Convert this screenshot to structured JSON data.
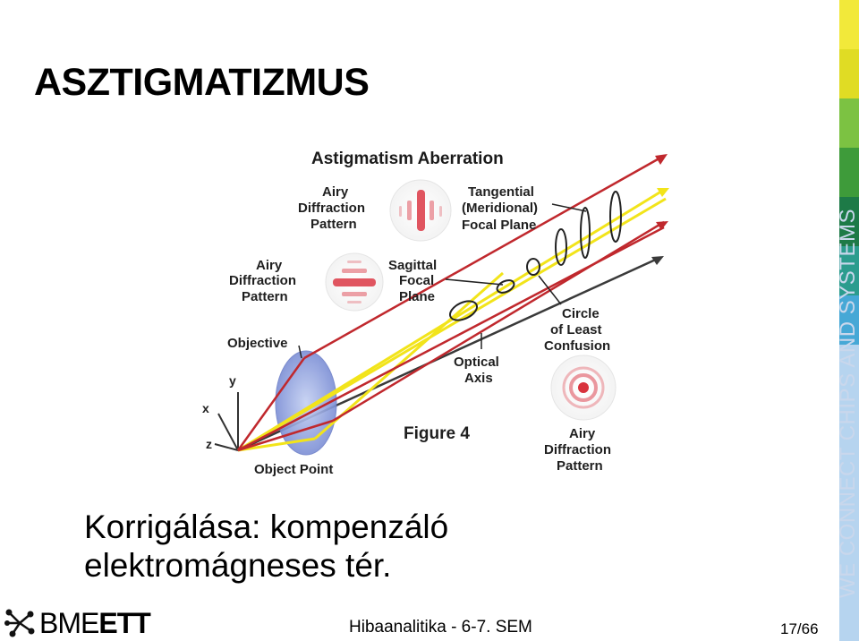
{
  "slide": {
    "title": "ASZTIGMATIZMUS",
    "body_lines": [
      "Korrigálása: kompenzáló",
      "elektromágneses tér."
    ]
  },
  "figure": {
    "title": "Astigmatism Aberration",
    "caption": "Figure 4",
    "labels": {
      "airy_top": [
        "Airy",
        "Diffraction",
        "Pattern"
      ],
      "tangential": [
        "Tangential",
        "(Meridional)",
        "Focal Plane"
      ],
      "airy_left": [
        "Airy",
        "Diffraction",
        "Pattern"
      ],
      "sagittal": [
        "Sagittal",
        "Focal",
        "Plane"
      ],
      "objective": "Objective",
      "optical_axis": [
        "Optical",
        "Axis"
      ],
      "circle_least": [
        "Circle",
        "of Least",
        "Confusion"
      ],
      "airy_bottom": [
        "Airy",
        "Diffraction",
        "Pattern"
      ],
      "object_point": "Object Point",
      "axis_y": "y",
      "axis_x": "x",
      "axis_z": "z"
    },
    "colors": {
      "red_ray": "#c0282d",
      "yellow_ray": "#f2e41a",
      "axis": "#3a3a3a",
      "lens": "#8fa3e0"
    }
  },
  "sidebar": {
    "vertical_text": "WE CONNECT CHIPS AND SYSTEMS",
    "colors": [
      "#f2e93a",
      "#e0dc24",
      "#7cc242",
      "#3e9b3a",
      "#1d7a47",
      "#2c9c8e",
      "#46a8d6",
      "#b6d4ef"
    ]
  },
  "footer": {
    "logo_plain": "BME",
    "logo_bold": "ETT",
    "center": "Hibaanalitika - 6-7. SEM",
    "page": "17/66"
  }
}
